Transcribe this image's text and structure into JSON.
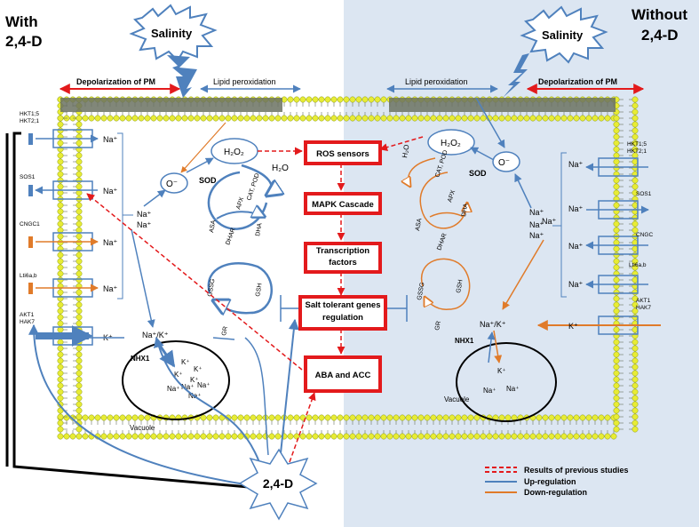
{
  "colors": {
    "up": "#4f81bd",
    "down": "#e07b2a",
    "previous": "#e31a1c",
    "right_bg": "#dce6f2",
    "membrane_head": "#e8ec34",
    "membrane_dark": "#6b7262"
  },
  "left_panel": {
    "title_line1": "With",
    "title_line2": "2,4-D",
    "salinity": "Salinity",
    "depolarization": "Depolarization of PM",
    "lipid": "Lipid peroxidation",
    "transporters": [
      {
        "label1": "HKT1;5",
        "label2": "HKT2;1",
        "ion": "Na⁺"
      },
      {
        "label1": "SOS1",
        "label2": "",
        "ion": "Na⁺"
      },
      {
        "label1": "CNGC1",
        "label2": "",
        "ion": "Na⁺"
      },
      {
        "label1": "Lti6a,b",
        "label2": "",
        "ion": "Na⁺"
      },
      {
        "label1": "AKT1",
        "label2": "HAK7",
        "ion": "K⁺"
      }
    ],
    "na_cluster": [
      "Na⁺",
      "Na⁺"
    ],
    "superoxide": "O⁻",
    "sod": "SOD",
    "h2o2": "H₂O₂",
    "h2o": "H₂O",
    "cycle": {
      "apx": "APX",
      "cat": "CAT, POD",
      "asa": "ASA",
      "dha": "DHA",
      "dhar": "DHAR",
      "gssg": "GSSG",
      "gsh": "GSH",
      "gr": "GR"
    },
    "ratio": "Na⁺/K⁺",
    "nhx": "NHX1",
    "vacuole": "Vacuole",
    "vacuole_ions": [
      "K⁺",
      "K⁺",
      "K⁺",
      "K⁺",
      "Na⁺",
      "Na⁺",
      "Na⁺",
      "Na⁺"
    ]
  },
  "center": {
    "boxes": [
      "ROS sensors",
      "MAPK Cascade",
      "Transcription factors",
      "Salt tolerant genes regulation",
      "ABA and ACC"
    ],
    "treatment": "2,4-D"
  },
  "right_panel": {
    "title_line1": "Without",
    "title_line2": "2,4-D",
    "salinity": "Salinity",
    "depolarization": "Depolarization of PM",
    "lipid": "Lipid peroxidation",
    "transporters": [
      {
        "label1": "HKT1;5",
        "label2": "HKT2;1",
        "ion": "Na⁺"
      },
      {
        "label1": "SOS1",
        "label2": "",
        "ion": "Na⁺"
      },
      {
        "label1": "CNGC",
        "label2": "",
        "ion": "Na⁺"
      },
      {
        "label1": "Lti6a,b",
        "label2": "",
        "ion": "Na⁺"
      },
      {
        "label1": "AKT1",
        "label2": "HAK7",
        "ion": "K⁺"
      }
    ],
    "na_cluster": [
      "Na⁺",
      "Na⁺",
      "Na⁺",
      "Na⁺"
    ],
    "superoxide": "O⁻",
    "sod": "SOD",
    "h2o2": "H₂O₂",
    "h2o": "H₂O",
    "cycle": {
      "apx": "APX",
      "cat": "CAT, POD",
      "asa": "ASA",
      "dha": "DHA",
      "dhar": "DHAR",
      "gssg": "GSSG",
      "gsh": "GSH",
      "gr": "GR"
    },
    "ratio": "Na⁺/K⁺",
    "nhx": "NHX1",
    "vacuole": "Vacuole",
    "vacuole_ions": [
      "K⁺",
      "Na⁺",
      "Na⁺"
    ]
  },
  "legend": [
    {
      "label": "Results of previous studies",
      "style": "previous"
    },
    {
      "label": "Up-regulation",
      "style": "up"
    },
    {
      "label": "Down-regulation",
      "style": "down"
    }
  ]
}
